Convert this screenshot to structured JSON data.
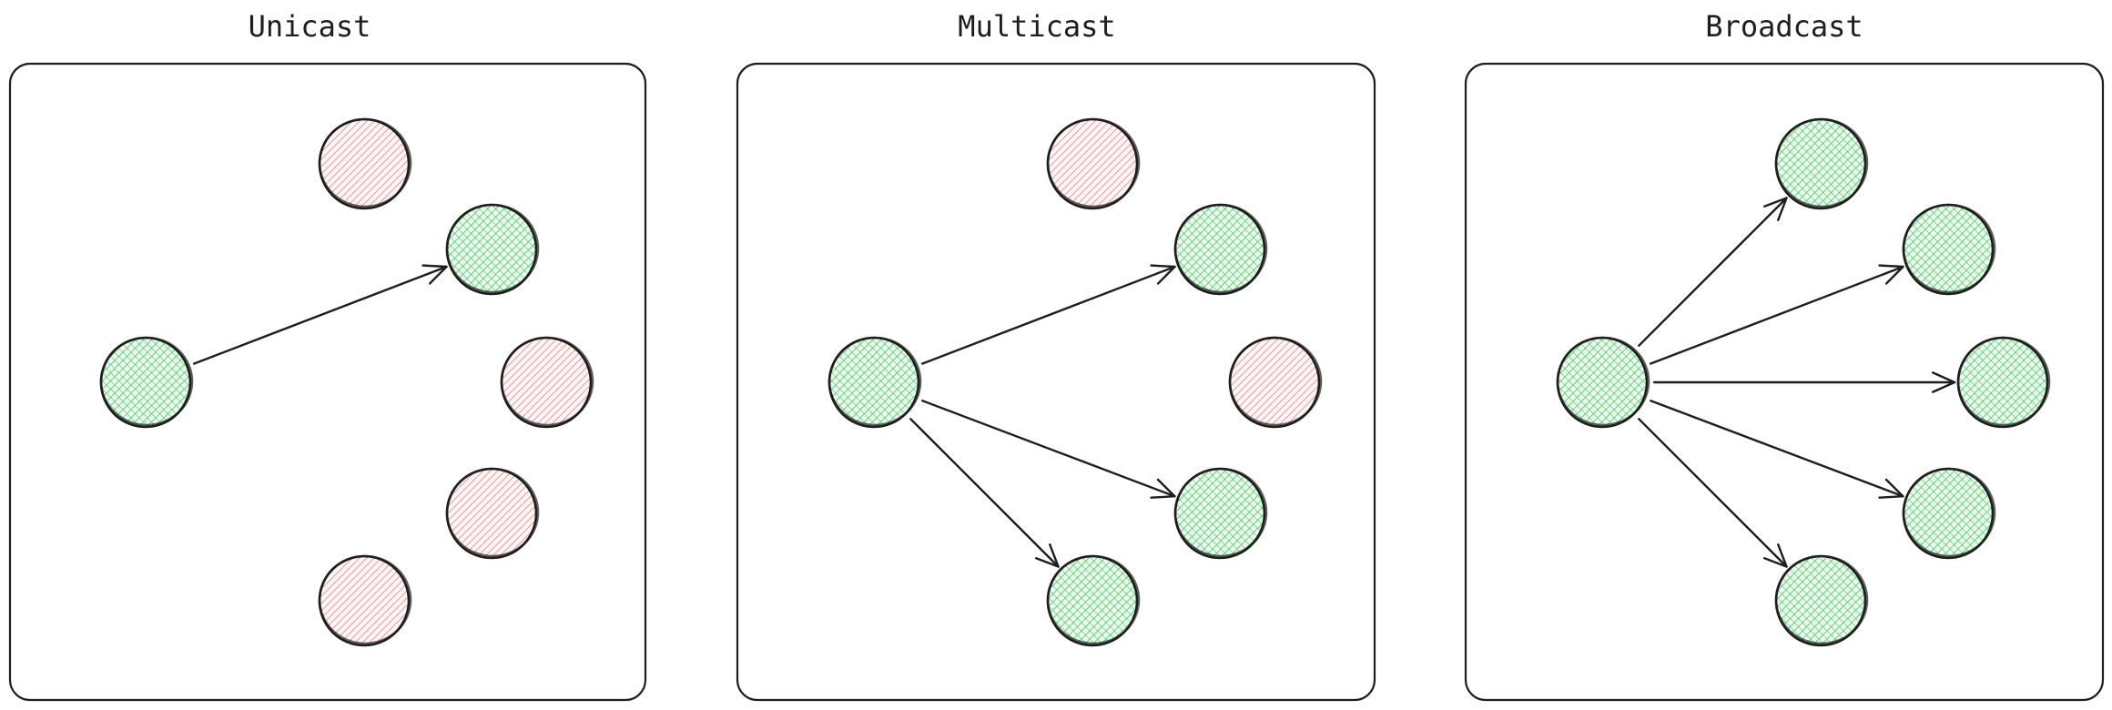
{
  "colors": {
    "active": "#40c057",
    "inactive": "#fa5252",
    "stroke": "#1e1e1e"
  },
  "panels": [
    {
      "title": "Unicast",
      "nodes": [
        {
          "role": "sender",
          "state": "active"
        },
        {
          "role": "receiver",
          "state": "inactive"
        },
        {
          "role": "receiver",
          "state": "active"
        },
        {
          "role": "receiver",
          "state": "inactive"
        },
        {
          "role": "receiver",
          "state": "inactive"
        },
        {
          "role": "receiver",
          "state": "inactive"
        }
      ],
      "edges": [
        {
          "from": 0,
          "to": 2
        }
      ]
    },
    {
      "title": "Multicast",
      "nodes": [
        {
          "role": "sender",
          "state": "active"
        },
        {
          "role": "receiver",
          "state": "inactive"
        },
        {
          "role": "receiver",
          "state": "active"
        },
        {
          "role": "receiver",
          "state": "inactive"
        },
        {
          "role": "receiver",
          "state": "active"
        },
        {
          "role": "receiver",
          "state": "active"
        }
      ],
      "edges": [
        {
          "from": 0,
          "to": 2
        },
        {
          "from": 0,
          "to": 4
        },
        {
          "from": 0,
          "to": 5
        }
      ]
    },
    {
      "title": "Broadcast",
      "nodes": [
        {
          "role": "sender",
          "state": "active"
        },
        {
          "role": "receiver",
          "state": "active"
        },
        {
          "role": "receiver",
          "state": "active"
        },
        {
          "role": "receiver",
          "state": "active"
        },
        {
          "role": "receiver",
          "state": "active"
        },
        {
          "role": "receiver",
          "state": "active"
        }
      ],
      "edges": [
        {
          "from": 0,
          "to": 1
        },
        {
          "from": 0,
          "to": 2
        },
        {
          "from": 0,
          "to": 3
        },
        {
          "from": 0,
          "to": 4
        },
        {
          "from": 0,
          "to": 5
        }
      ]
    }
  ]
}
